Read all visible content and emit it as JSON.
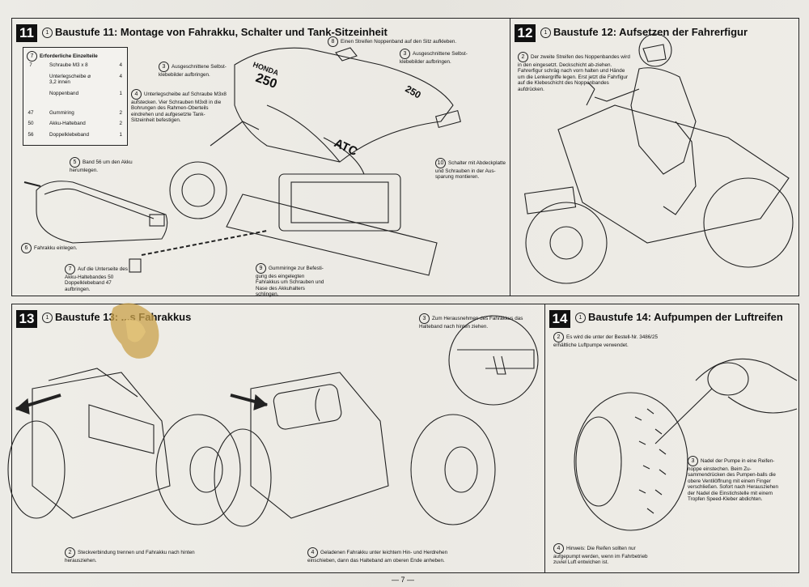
{
  "page_number": "— 7 —",
  "step11": {
    "number": "11",
    "title": "Baustufe 11: Montage von Fahrakku, Schalter und Tank-Sitzeinheit",
    "parts_heading": "Erforderliche Einzelteile",
    "parts": [
      {
        "no": "7",
        "label": "Schraube M3 x 8",
        "qty": "4"
      },
      {
        "no": "",
        "label": "Unterlegscheibe ⌀ 3,2 innen",
        "qty": "4"
      },
      {
        "no": "",
        "label": "Noppenband",
        "qty": "1"
      },
      {
        "no": "47",
        "label": "Gummiring",
        "qty": "2"
      },
      {
        "no": "50",
        "label": "Akku-Halteband",
        "qty": "2"
      },
      {
        "no": "56",
        "label": "Doppelklebeband",
        "qty": "1"
      }
    ],
    "notes": {
      "n3": "Ausgeschnittene Selbst-klebebilder aufbringen.",
      "n4": "Unterlegscheibe auf Schraube M3x8 aufstecken. Vier Schrauben M3x8 in die Bohrungen des Rahmen-Oberteils eindrehen und aufgesetzte Tank-Sitzeinheit befestigen.",
      "n8": "Einen Streifen Noppenband auf den Sitz aufkleben.",
      "n3b": "Ausgeschnittene Selbst-klebebilder aufbringen.",
      "n5": "Band 56 um den Akku herumlegen.",
      "n6": "Fahrakku einlegen.",
      "n7": "Auf die Unterseite des Akku-Haltebandes 50 Doppelklebeband 47 aufbringen.",
      "n9": "Gummiringe zur Befesti-gung des eingelegten Fahrakkus um Schrauben und Nase des Akkuhalters schlingen.",
      "n10": "Schalter mit Abdeckplatte und Schrauben in der Aus-sparung montieren."
    },
    "decals": {
      "honda": "HONDA",
      "num": "250",
      "atc": "ATC"
    }
  },
  "step12": {
    "number": "12",
    "title": "Baustufe 12: Aufsetzen der Fahrerfigur",
    "note": "Der zweite Streifen des Noppenbandes wird in den eingesetzt. Deckschicht ab-ziehen. Fahrerfigur schräg nach vorn halten und Hände um die Lenkergriffe legen. Erst jetzt die Fahrfigur auf die Klebeschicht des Noppenbandes aufdrücken."
  },
  "step13": {
    "number": "13",
    "title": "Baustufe 13: ...s Fahrakkus",
    "notes": {
      "n3": "Zum Herausnehmen des Fahrakkus das Halteband nach hinten ziehen.",
      "n2": "Steckverbindung trennen und Fahrakku nach hinten herausziehen.",
      "n4": "Geladenen Fahrakku unter leichtem Hin- und Herdrehen einschieben, dann das Halteband am oberen Ende anheben."
    }
  },
  "step14": {
    "number": "14",
    "title": "Baustufe 14: Aufpumpen der Luftreifen",
    "notes": {
      "n2": "Es wird die unter der Bestell-Nr. 3486/25 erhältliche Luftpumpe verwendet.",
      "n3": "Nadel der Pumpe in eine Reifen-noppe einstechen. Beim Zu-sammendrücken des Pumpen-balls die obere Ventilöffnung mit einem Finger verschließen. Sofort nach Herausziehen der Nadel die Einstichstelle mit einem Tropfen Speed-Kleber abdichten.",
      "n4": "Hinweis: Die Reifen sollten nur aufgepumpt werden, wenn im Fahrbetrieb zuviel Luft entwichen ist."
    }
  },
  "colors": {
    "ink": "#111111",
    "paper": "#ecebe6",
    "stain": "#c9a24a"
  }
}
